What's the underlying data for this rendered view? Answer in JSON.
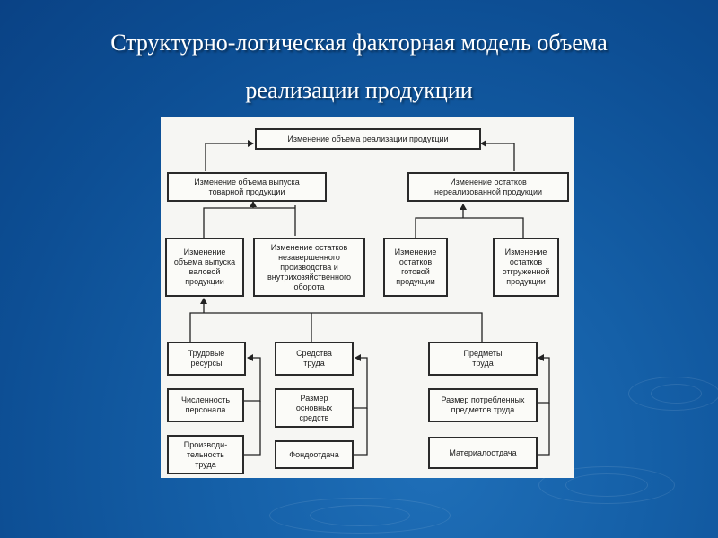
{
  "slide": {
    "title_line1": "Структурно-логическая факторная модель объема",
    "title_line2": "реализации продукции"
  },
  "diagram": {
    "top": "Изменение объема реализации продукции",
    "level2": {
      "output": "Изменение объема выпуска\nтоварной продукции",
      "balances": "Изменение остатков\nнереализованной продукции"
    },
    "level3": {
      "gross": "Изменение\nобъема выпуска\nваловой\nпродукции",
      "wip": "Изменение остатков\nнезавершенного\nпроизводства и\nвнутрихозяйственного\nоборота",
      "finished": "Изменение\nостатков\nготовой\nпродукции",
      "shipped": "Изменение\nостатков\nотгруженной\nпродукции"
    },
    "resources": {
      "labor": "Трудовые\nресурсы",
      "means": "Средства\nтруда",
      "objects": "Предметы\nтруда"
    },
    "factors": {
      "headcount": "Численность\nперсонала",
      "productivity": "Производи-\nтельность\nтруда",
      "fixed_assets": "Размер\nосновных\nсредств",
      "capital_productivity": "Фондоотдача",
      "materials_consumed": "Размер потребленных\nпредметов труда",
      "material_productivity": "Материалоотдача"
    }
  },
  "colors": {
    "background": "#1560a8",
    "diagram_paper": "#f6f6f3",
    "title_text": "#ffffff"
  }
}
